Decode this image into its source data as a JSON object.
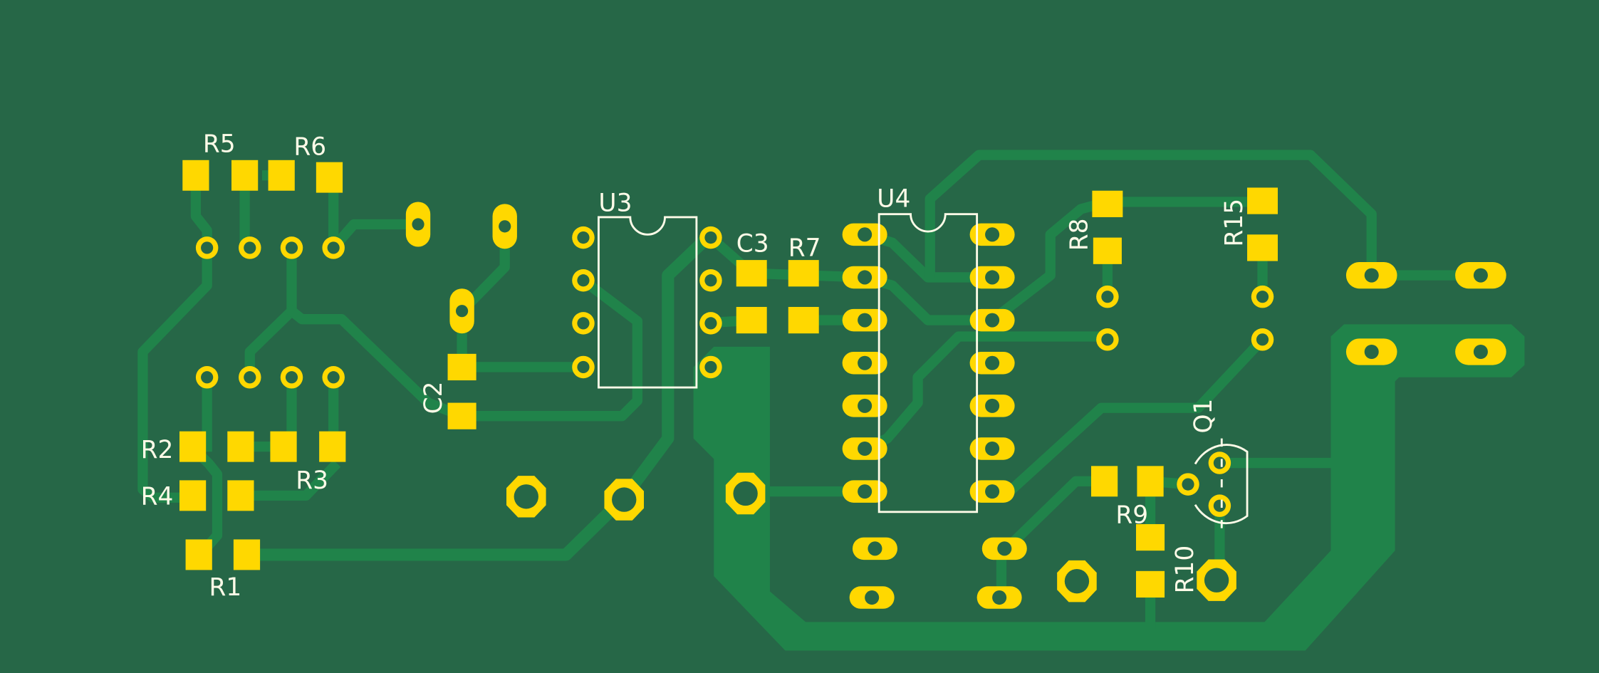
{
  "view": {
    "type": "pcb-layout",
    "layer": "top-copper"
  },
  "colors": {
    "board": "#266747",
    "copper": "#20834a",
    "pad": "#ffd800",
    "silkscreen": "#fefbe8"
  },
  "components": {
    "R1": "R1",
    "R2": "R2",
    "R3": "R3",
    "R4": "R4",
    "R5": "R5",
    "R6": "R6",
    "R7": "R7",
    "R8": "R8",
    "R9": "R9",
    "R10": "R10",
    "R15": "R15",
    "C2": "C2",
    "C3": "C3",
    "U3": "U3",
    "U4": "U4",
    "Q1": "Q1"
  }
}
